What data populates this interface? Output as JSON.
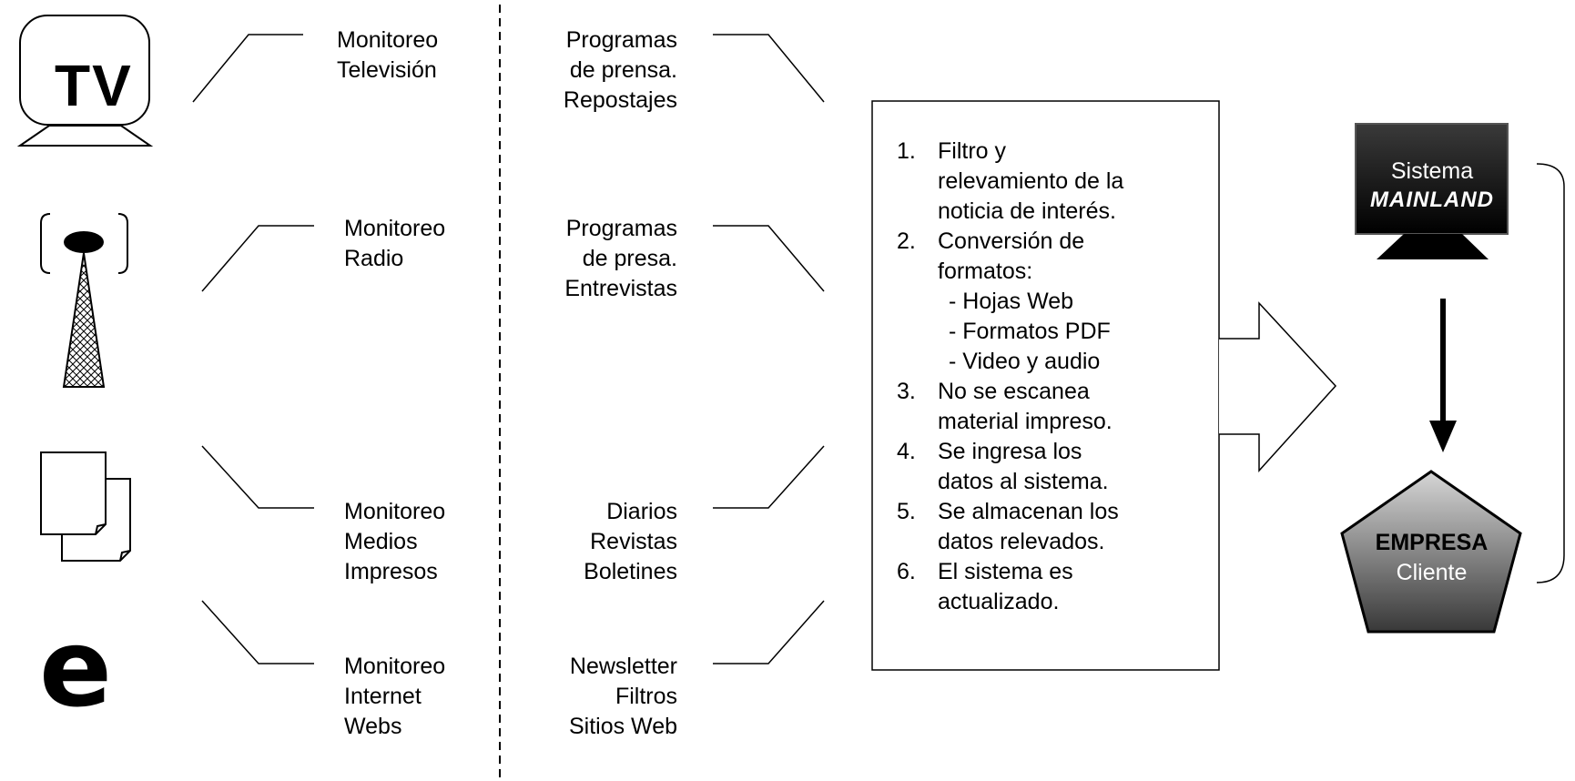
{
  "icons": {
    "tv_text": "TV",
    "tv": "tv-icon",
    "radio": "radio-tower-icon",
    "print": "documents-icon",
    "internet": "internet-e-icon",
    "internet_letter": "e"
  },
  "media": [
    {
      "lines": [
        "Monitoreo",
        "Televisión"
      ]
    },
    {
      "lines": [
        "Monitoreo",
        "Radio"
      ]
    },
    {
      "lines": [
        "Monitoreo",
        "Medios",
        "Impresos"
      ]
    },
    {
      "lines": [
        "Monitoreo",
        "Internet",
        "Webs"
      ]
    }
  ],
  "content": [
    {
      "lines": [
        "Programas",
        "de prensa.",
        "Repostajes"
      ]
    },
    {
      "lines": [
        "Programas",
        "de presa.",
        "Entrevistas"
      ]
    },
    {
      "lines": [
        "Diarios",
        "Revistas",
        "Boletines"
      ]
    },
    {
      "lines": [
        "Newsletter",
        "Filtros",
        "Sitios Web"
      ]
    }
  ],
  "process": {
    "steps": [
      {
        "num": "1.",
        "lines": [
          "Filtro y",
          "relevamiento de la",
          "noticia de interés."
        ]
      },
      {
        "num": "2.",
        "lines": [
          "Conversión de",
          "formatos:"
        ]
      },
      {
        "sub": [
          "- Hojas Web",
          "- Formatos PDF",
          "- Video y audio"
        ]
      },
      {
        "num": "3.",
        "lines": [
          "No se escanea",
          "material impreso."
        ]
      },
      {
        "num": "4.",
        "lines": [
          "Se ingresa los",
          "datos al sistema."
        ]
      },
      {
        "num": "5.",
        "lines": [
          "Se almacenan los",
          "datos relevados."
        ]
      },
      {
        "num": "6.",
        "lines": [
          "El sistema es",
          "actualizado."
        ]
      }
    ]
  },
  "system": {
    "line1": "Sistema",
    "line2": "MAINLAND"
  },
  "client": {
    "line1": "EMPRESA",
    "line2": "Cliente"
  },
  "colors": {
    "monitor_fill": "#1a1a1a",
    "pentagon_gradient_top": "#d0d0d0",
    "pentagon_gradient_bottom": "#3a3a3a"
  }
}
